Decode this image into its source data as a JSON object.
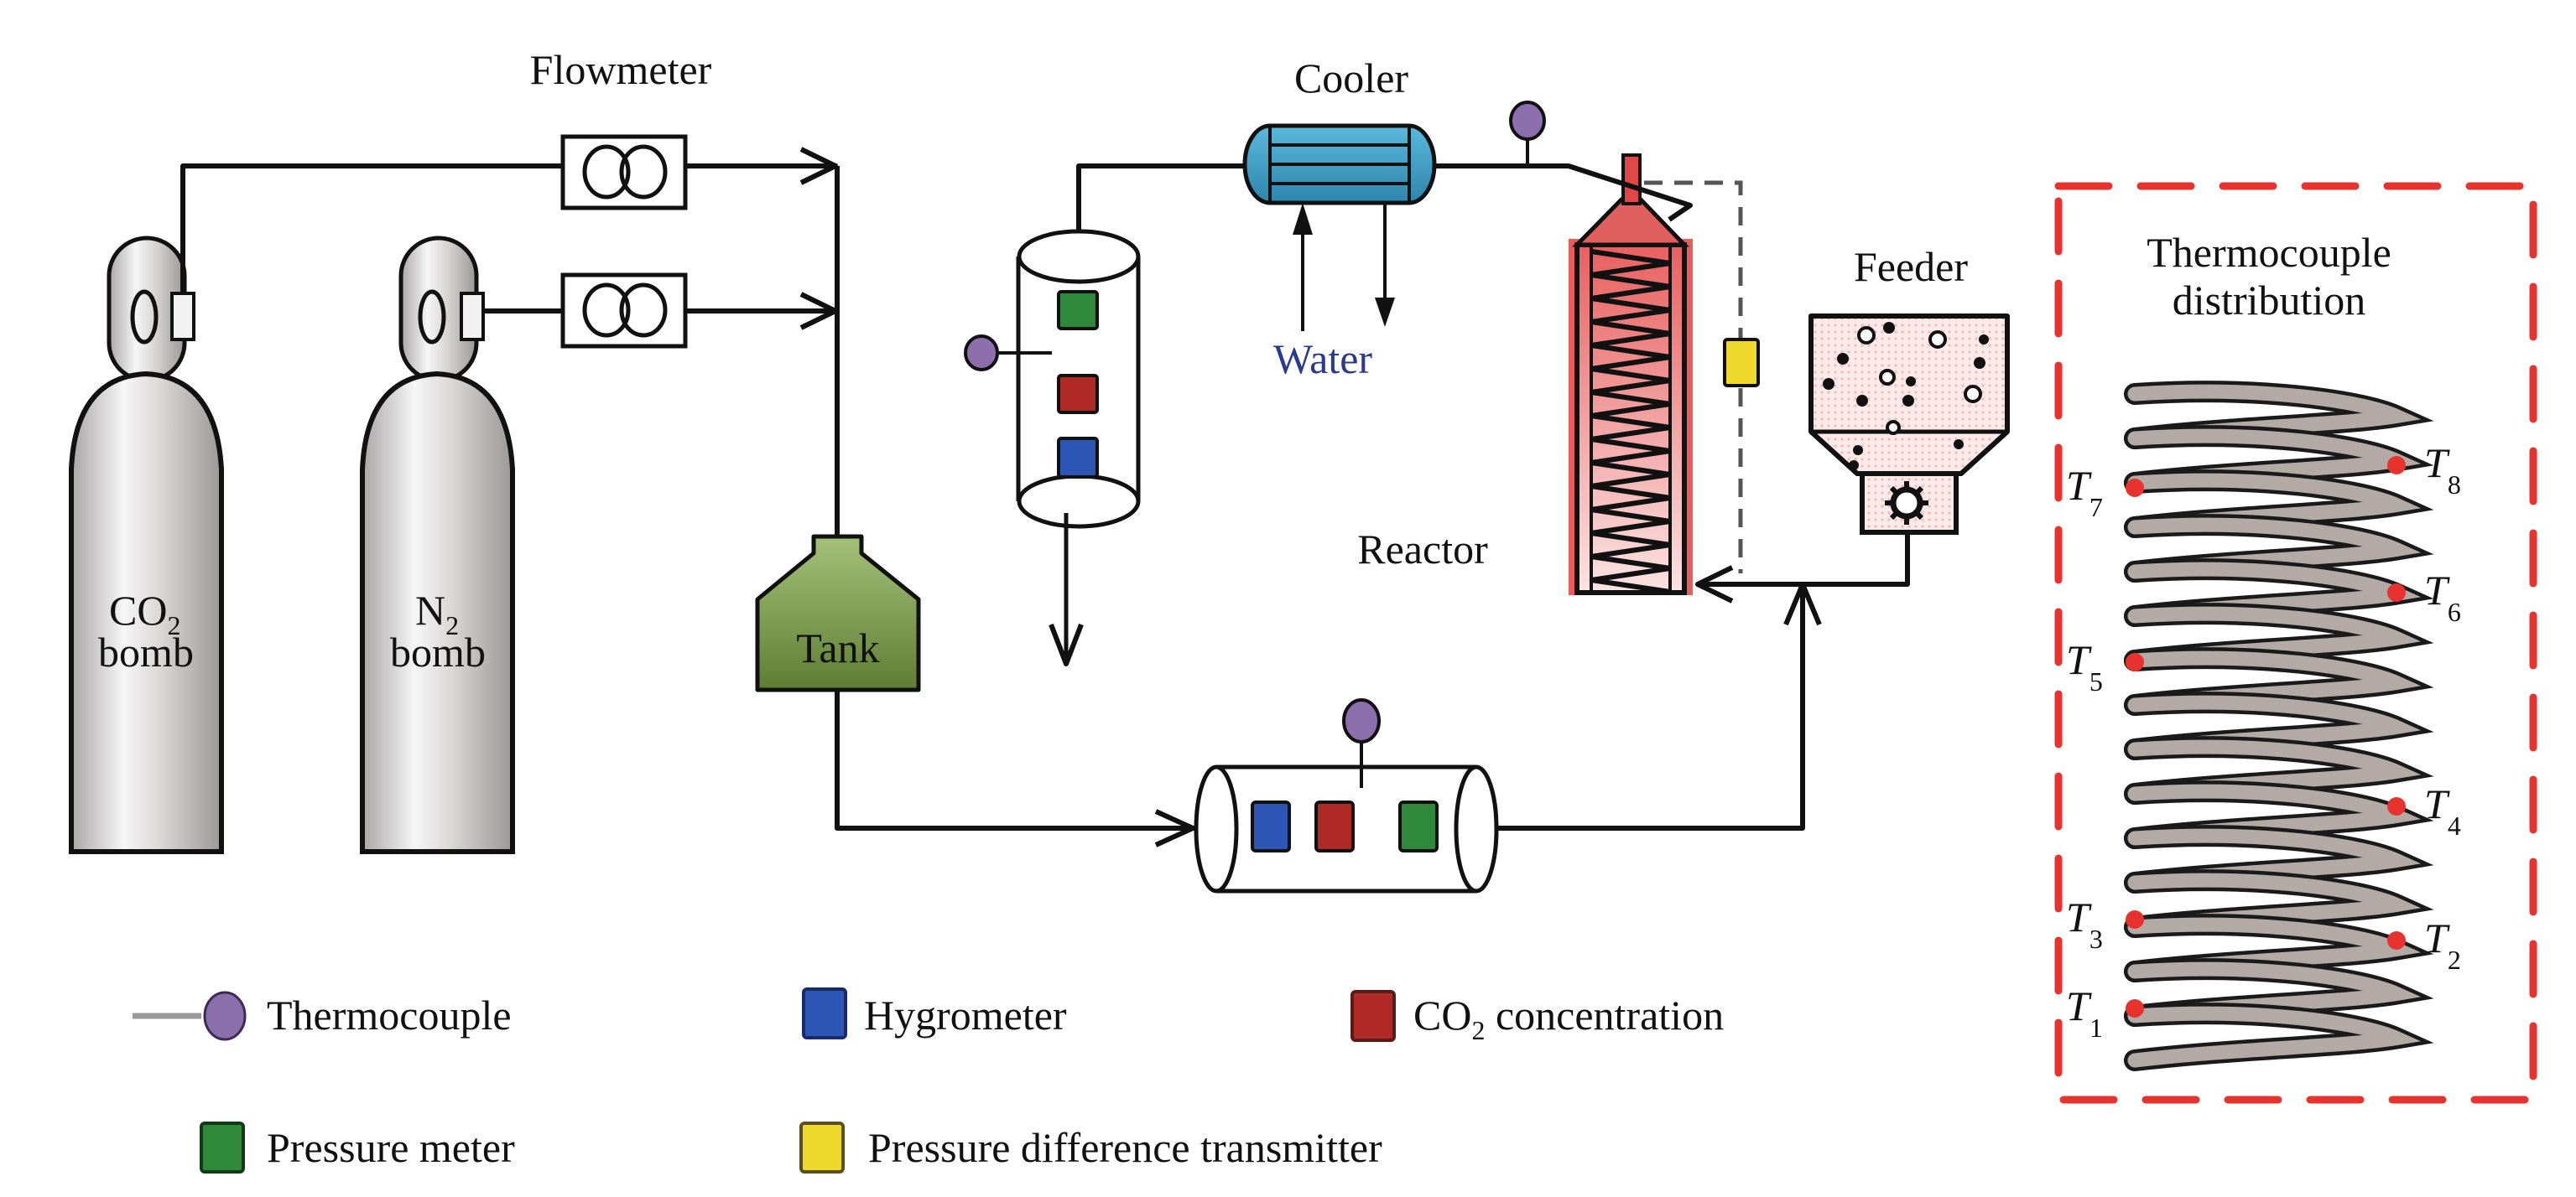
{
  "labels": {
    "flowmeter": "Flowmeter",
    "cooler": "Cooler",
    "water": "Water",
    "reactor": "Reactor",
    "feeder": "Feeder",
    "tank": "Tank",
    "co2_bomb_main": "CO",
    "co2_bomb_sub": "2",
    "co2_bomb_line2": "bomb",
    "n2_bomb_main": "N",
    "n2_bomb_sub": "2",
    "n2_bomb_line2": "bomb",
    "inset_title_line1": "Thermocouple",
    "inset_title_line2": "distribution"
  },
  "thermocouple_positions": [
    {
      "name": "T",
      "index": "7",
      "side": "left"
    },
    {
      "name": "T",
      "index": "8",
      "side": "right"
    },
    {
      "name": "T",
      "index": "6",
      "side": "right"
    },
    {
      "name": "T",
      "index": "5",
      "side": "left"
    },
    {
      "name": "T",
      "index": "4",
      "side": "right"
    },
    {
      "name": "T",
      "index": "3",
      "side": "left"
    },
    {
      "name": "T",
      "index": "2",
      "side": "right"
    },
    {
      "name": "T",
      "index": "1",
      "side": "left"
    }
  ],
  "legend": [
    {
      "key": "thermocouple",
      "label": "Thermocouple",
      "color": "#8e6fae"
    },
    {
      "key": "hygrometer",
      "label": "Hygrometer",
      "color": "#2d55b5"
    },
    {
      "key": "co2",
      "label_main": "CO",
      "label_sub": "2",
      "label_rest": " concentration",
      "color": "#b02a25"
    },
    {
      "key": "pressure_meter",
      "label": "Pressure meter",
      "color": "#2e8a3a"
    },
    {
      "key": "pressure_diff",
      "label": "Pressure difference transmitter",
      "color": "#efd92c"
    }
  ],
  "colors": {
    "water_text": "#2b3a8c",
    "tank_fill": "#7a9a48",
    "cooler_fill": "#3b9cc4",
    "reactor_fill": "#e86a6a",
    "inset_border": "#e8322e",
    "coil": "#b3aaa5",
    "hot_spot": "#e8322e"
  }
}
